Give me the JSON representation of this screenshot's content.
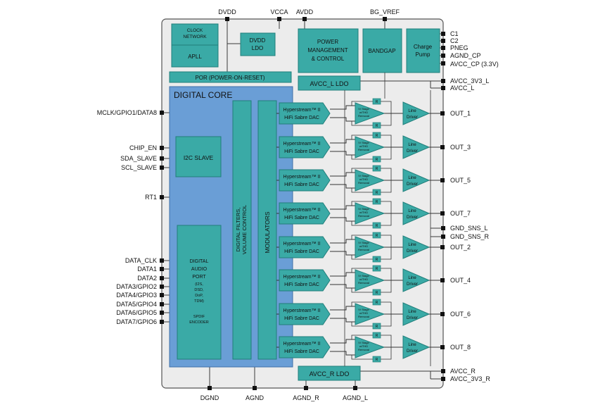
{
  "top_pins": {
    "dvdd": "DVDD",
    "vcca": "VCCA",
    "avdd": "AVDD",
    "bg_vref": "BG_VREF"
  },
  "right_pins": {
    "c1": "C1",
    "c2": "C2",
    "pneg": "PNEG",
    "agnd_cp": "AGND_CP",
    "avcc_cp": "AVCC_CP (3.3V)",
    "avcc_3v3_l": "AVCC_3V3_L",
    "avcc_l": "AVCC_L",
    "gnd_sns_l": "GND_SNS_L",
    "gnd_sns_r": "GND_SNS_R",
    "avcc_r": "AVCC_R",
    "avcc_3v3_r": "AVCC_3V3_R"
  },
  "outputs": [
    "OUT_1",
    "OUT_3",
    "OUT_5",
    "OUT_7",
    "OUT_2",
    "OUT_4",
    "OUT_6",
    "OUT_8"
  ],
  "left_pins": {
    "mclk": "MCLK/GPIO1/DATA8",
    "chip_en": "CHIP_EN",
    "sda_slave": "SDA_SLAVE",
    "scl_slave": "SCL_SLAVE",
    "rt1": "RT1",
    "data_clk": "DATA_CLK",
    "data1": "DATA1",
    "data2": "DATA2",
    "data3": "DATA3/GPIO2",
    "data4": "DATA4/GPIO3",
    "data5": "DATA5/GPIO4",
    "data6": "DATA6/GPIO5",
    "data7": "DATA7/GPIO6"
  },
  "bottom_pins": {
    "dgnd": "DGND",
    "agnd": "AGND",
    "agnd_r": "AGND_R",
    "agnd_l": "AGND_L"
  },
  "blocks": {
    "clock_network_1": "CLOCK",
    "clock_network_2": "NETWORK",
    "apll": "APLL",
    "dvdd_ldo_1": "DVDD",
    "dvdd_ldo_2": "LDO",
    "power_mgmt_1": "POWER",
    "power_mgmt_2": "MANAGEMENT",
    "power_mgmt_3": "& CONTROL",
    "bandgap": "BANDGAP",
    "charge_pump_1": "Charge",
    "charge_pump_2": "Pump",
    "por": "POR (POWER-ON-RESET)",
    "avcc_l_ldo": "AVCC_L LDO",
    "avcc_r_ldo": "AVCC_R LDO",
    "digital_core": "DIGITAL CORE",
    "i2c_slave": "I2C SLAVE",
    "dap_1": "DIGITAL",
    "dap_2": "AUDIO",
    "dap_3": "PORT",
    "dap_4": "(I2S,",
    "dap_5": "DSD,",
    "dap_6": "DoP,",
    "dap_7": "TDM)",
    "dap_8": "SPDIF",
    "dap_9": "ENCODER",
    "filters_1": "DIGITAL FILTERS,",
    "filters_2": "VOLUME CONTROL",
    "modulators": "MODULATORS",
    "dac_1": "Hyperstream™ II",
    "dac_2": "HiFi Sabre DAC",
    "iv_1": "IV Stage",
    "iv_2": "w/THD",
    "iv_3": "Removal",
    "resistor": "R",
    "line_1": "Line",
    "line_2": "Driver"
  },
  "colors": {
    "teal": "#3aaaa6",
    "teal_dark": "#217f7b",
    "blue_core": "#6a9ed6",
    "chip_bg": "#ececec",
    "line": "#3a3a3a"
  }
}
